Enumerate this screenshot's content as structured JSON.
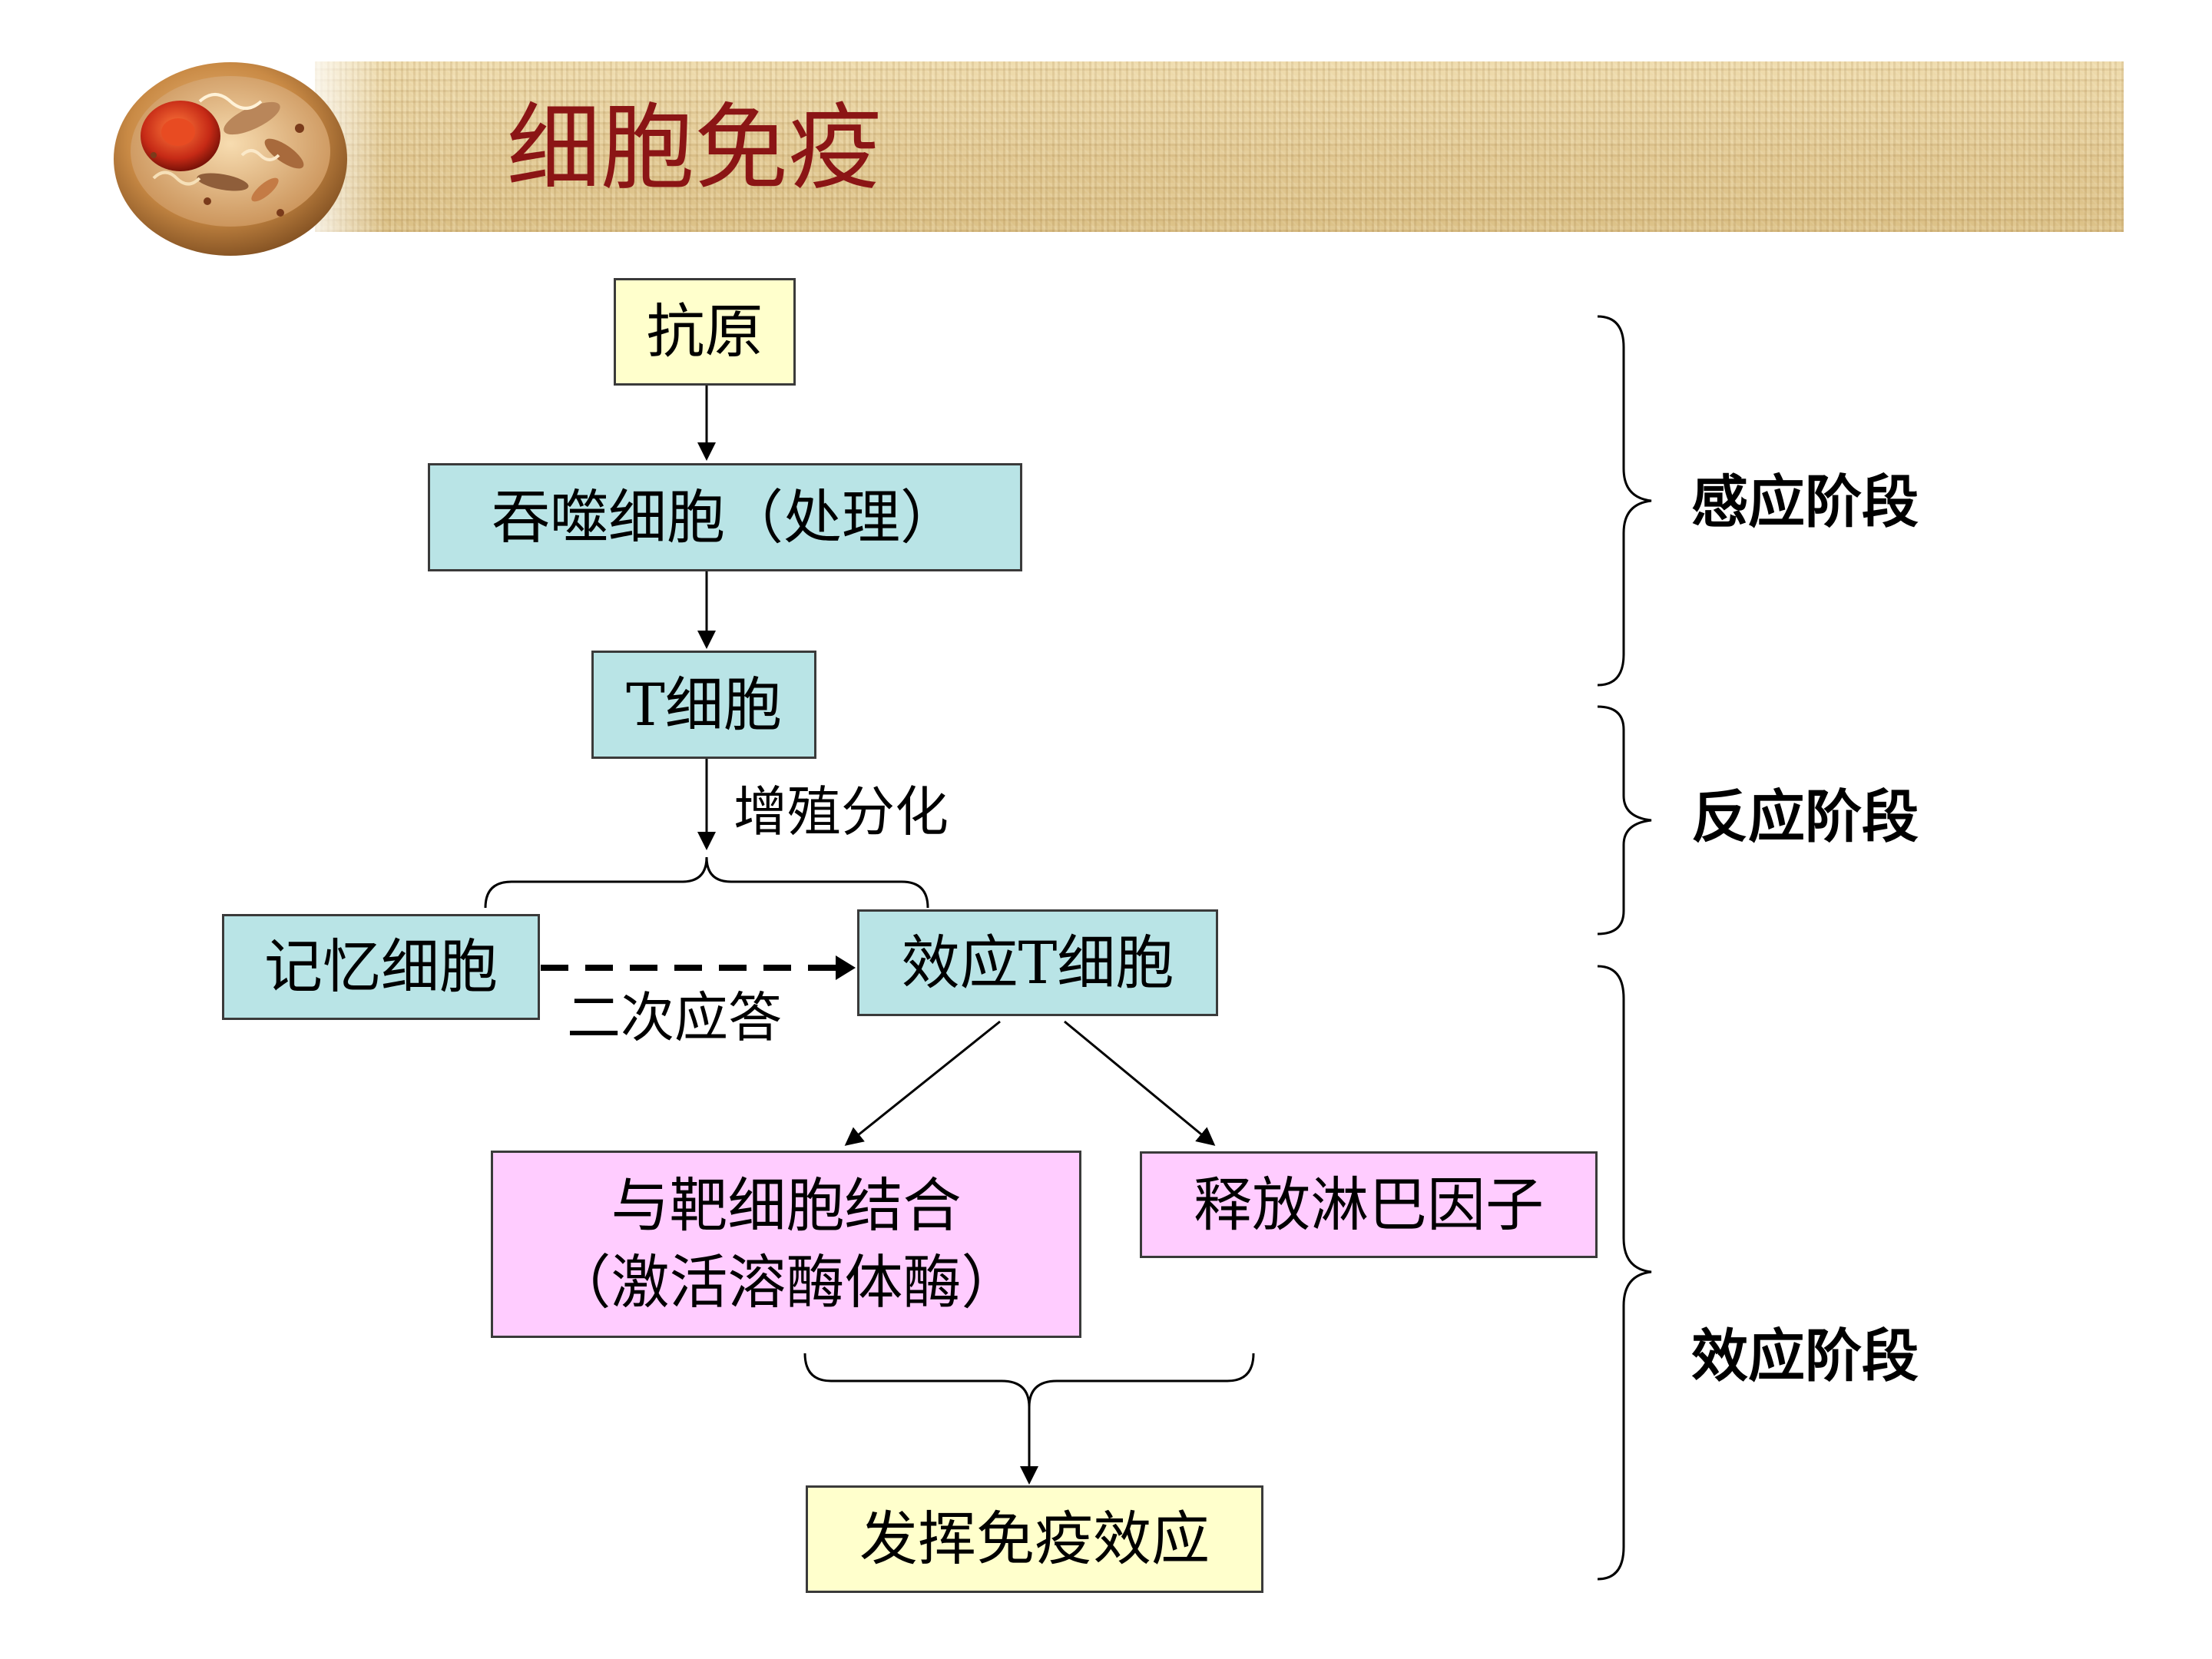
{
  "title": "细胞免疫",
  "nodes": {
    "antigen": "抗原",
    "phagocyte": "吞噬细胞（处理）",
    "t_cell": "T细胞",
    "memory_cell": "记忆细胞",
    "effector_t_cell": "效应T细胞",
    "bind_target_line1": "与靶细胞结合",
    "bind_target_line2": "（激活溶酶体酶）",
    "release_lymphokine": "释放淋巴因子",
    "immune_effect": "发挥免疫效应"
  },
  "edge_labels": {
    "proliferation": "增殖分化",
    "secondary_response": "二次应答"
  },
  "stages": {
    "sensing": "感应阶段",
    "reaction": "反应阶段",
    "effect": "效应阶段"
  },
  "colors": {
    "title": "#8b1515",
    "yellow_box": "#ffffcc",
    "cyan_box": "#b9e4e6",
    "pink_box": "#ffccff",
    "banner": "#e8d3a0"
  },
  "icons": {
    "logo": "cell-illustration-icon"
  }
}
